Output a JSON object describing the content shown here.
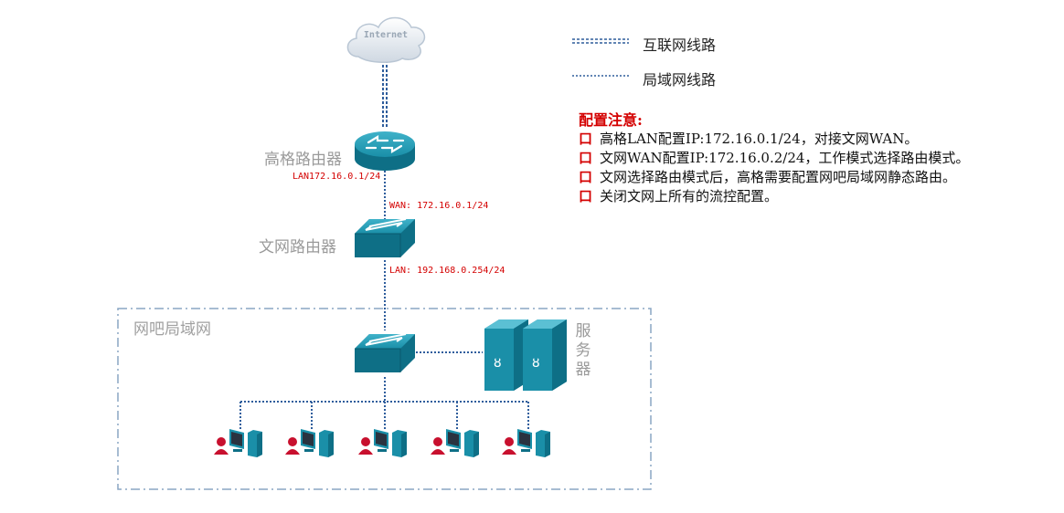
{
  "cloud": {
    "label": "Internet"
  },
  "legend": {
    "internet_line": "互联网线路",
    "lan_line": "局域网线路"
  },
  "devices": {
    "gaoge_router": {
      "name": "高格路由器",
      "lan_ip": "LAN172.16.0.1/24"
    },
    "wenwang_router": {
      "name": "文网路由器",
      "wan_ip": "WAN: 172.16.0.1/24",
      "lan_ip": "LAN: 192.168.0.254/24"
    },
    "server": {
      "label": [
        "服",
        "务",
        "器"
      ]
    }
  },
  "lan_area": {
    "title": "网吧局域网",
    "client_count": 5
  },
  "notes": {
    "title": "配置注意:",
    "bullet": "口",
    "items": [
      "高格LAN配置IP:172.16.0.1/24，对接文网WAN。",
      "文网WAN配置IP:172.16.0.2/24，工作模式选择路由模式。",
      "文网选择路由模式后，高格需要配置网吧局域网静态路由。",
      "关闭文网上所有的流控配置。"
    ]
  },
  "colors": {
    "device_teal": "#1a8fa8",
    "device_dark": "#0e6f86",
    "line_blue": "#2e5d9c",
    "area_border": "#8aa6c4",
    "red_accent": "#d40000",
    "client_red": "#c8102e"
  }
}
